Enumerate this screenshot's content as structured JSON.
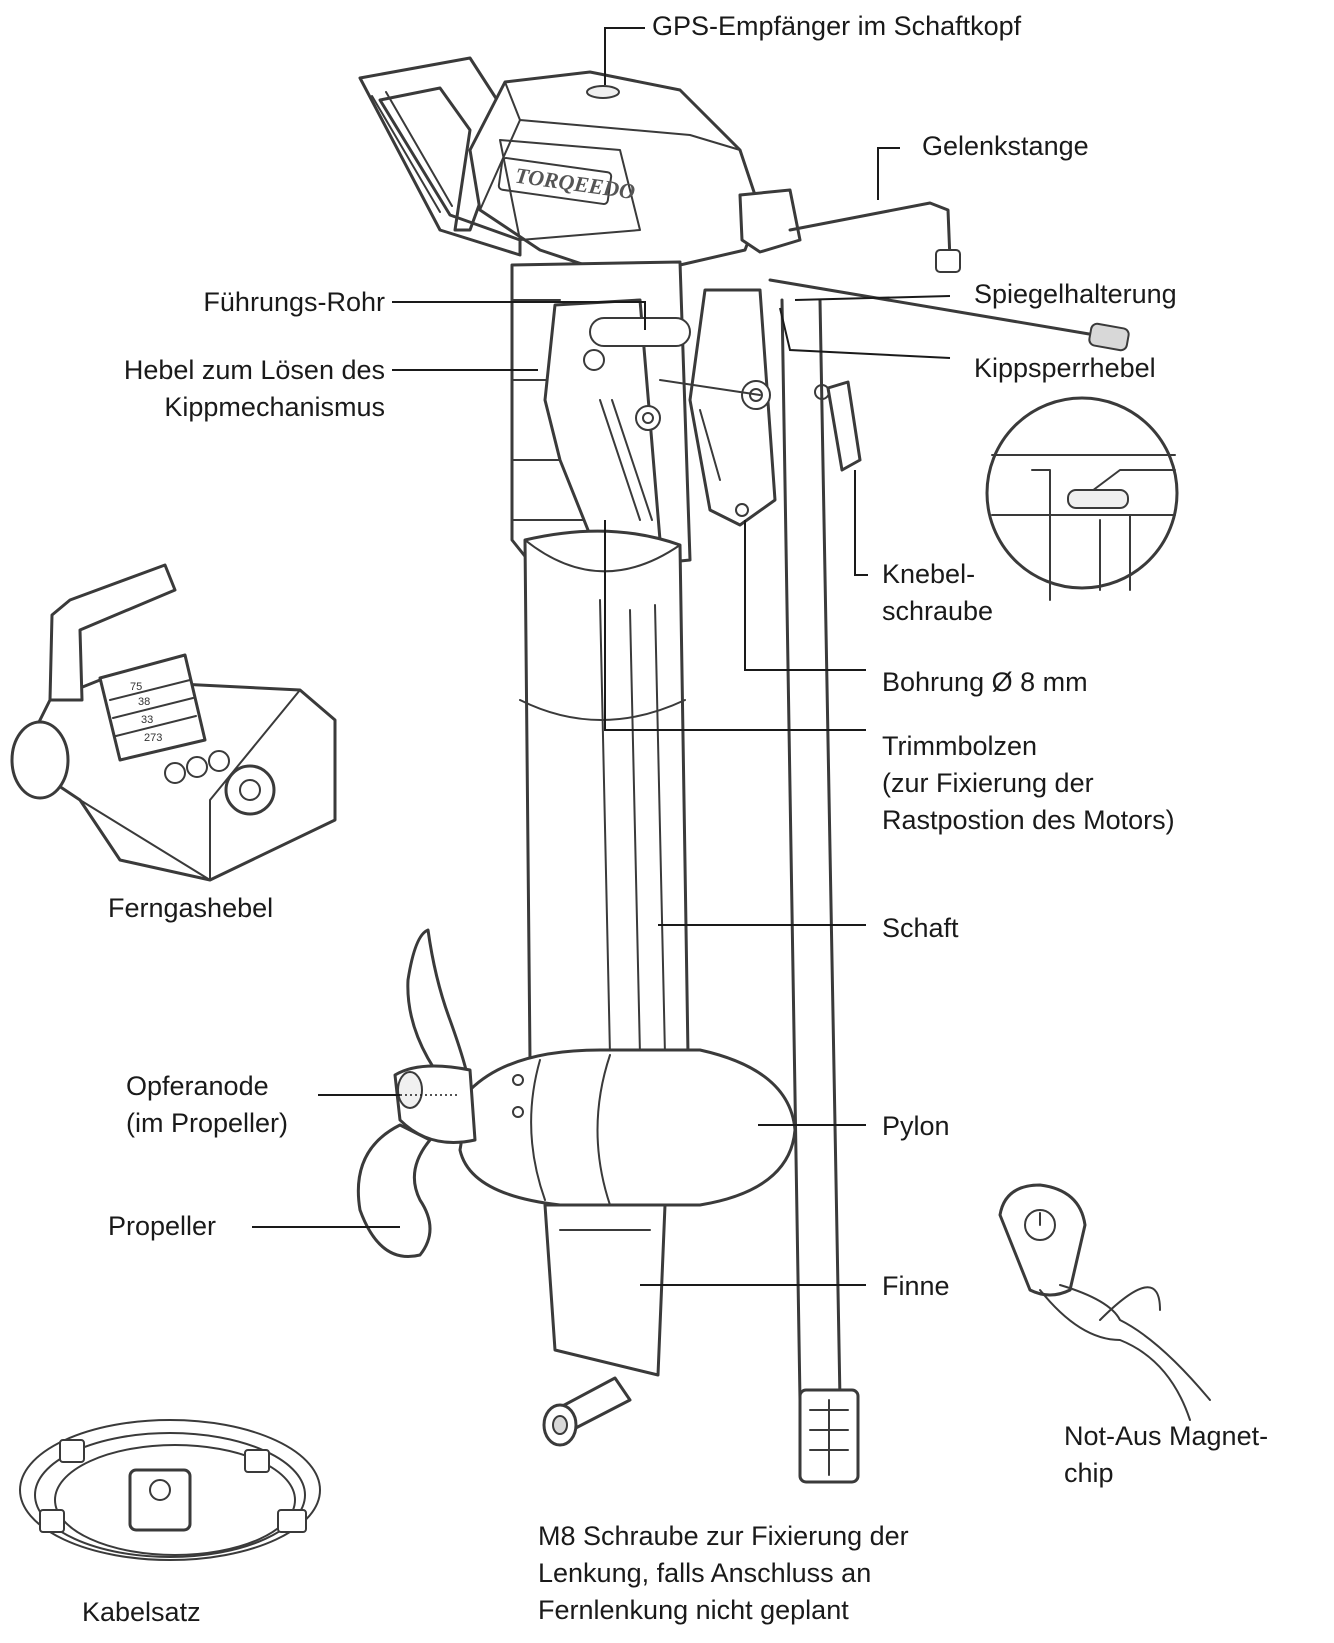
{
  "labels": {
    "gps": "GPS-Empfänger im Schaftkopf",
    "gelenkstange": "Gelenkstange",
    "spiegelhalterung": "Spiegelhalterung",
    "kippsperrhebel": "Kippsperrhebel",
    "fuehrungsrohr": "Führungs-Rohr",
    "hebel": "Hebel zum Lösen des\nKippmechanismus",
    "knebelschraube": "Knebel-\nschraube",
    "bohrung": "Bohrung Ø 8 mm",
    "trimmbolzen": "Trimmbolzen\n(zur Fixierung der\nRastpostion des Motors)",
    "ferngashebel": "Ferngashebel",
    "schaft": "Schaft",
    "opferanode": "Opferanode\n(im Propeller)",
    "pylon": "Pylon",
    "propeller": "Propeller",
    "finne": "Finne",
    "notaus": "Not-Aus Magnet-\nchip",
    "m8": "M8 Schraube zur Fixierung der\nLenkung, falls Anschluss an\nFernlenkung nicht geplant",
    "kabelsatz": "Kabelsatz"
  },
  "throttle_display": {
    "rows": [
      "75",
      "38",
      "33",
      "273"
    ]
  }
}
